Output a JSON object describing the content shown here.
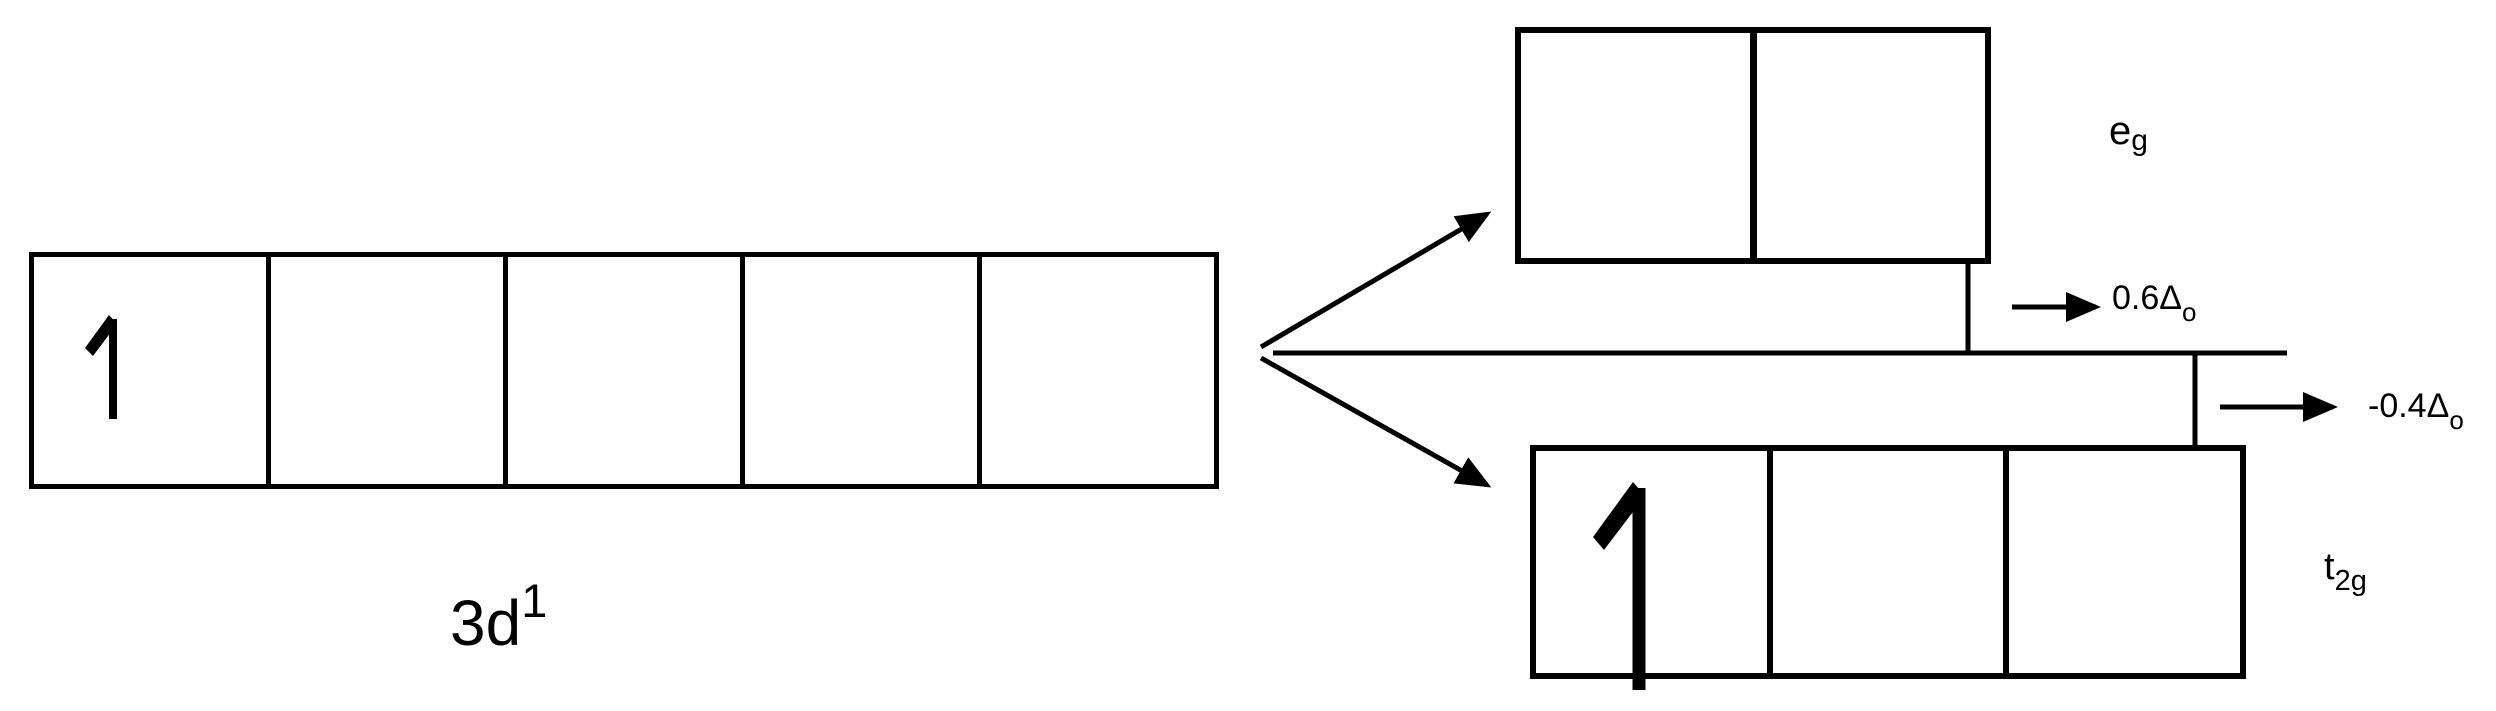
{
  "free_ion": {
    "label": {
      "base": "3d",
      "superscript": "1"
    },
    "orbital_count": 5,
    "electrons_per_orbital": [
      1,
      0,
      0,
      0,
      0
    ]
  },
  "eg_level": {
    "label": {
      "base": "e",
      "subscript": "g"
    },
    "orbital_count": 2,
    "electrons_per_orbital": [
      0,
      0
    ],
    "energy_shift": {
      "base": "0.6Δ",
      "subscript": "o"
    }
  },
  "t2g_level": {
    "label": {
      "base": "t",
      "subscript": "2g"
    },
    "orbital_count": 3,
    "electrons_per_orbital": [
      1,
      0,
      0
    ],
    "energy_shift": {
      "base": "-0.4Δ",
      "subscript": "o"
    }
  },
  "colors": {
    "ink": "#000000",
    "background": "#ffffff"
  }
}
